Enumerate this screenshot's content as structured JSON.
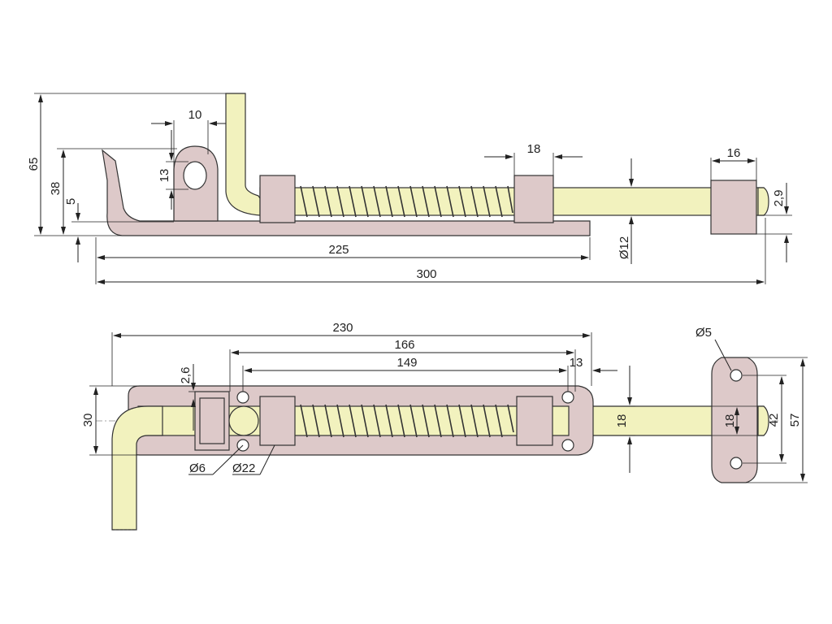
{
  "colors": {
    "pin": "#f2f2be",
    "plate": "#ddc9c9",
    "line": "#222222",
    "background": "#ffffff"
  },
  "side_view": {
    "overall_height": "65",
    "hook_height": "38",
    "plate_thickness": "5",
    "eye_hole": "13",
    "eye_offset": "10",
    "guide_width": "18",
    "keeper_width": "16",
    "pin_tip": "2,9",
    "pin_diameter": "Ø12",
    "plate_length": "225",
    "overall_length": "300"
  },
  "top_view": {
    "plate_length": "230",
    "hole_spacing_outer": "166",
    "hole_spacing_inner": "149",
    "hole_edge": "13",
    "plate_width": "30",
    "pin_gap": "2,6",
    "pin_diameter": "18",
    "screw_hole": "Ø6",
    "knob": "Ø22",
    "keeper_hole": "Ø5",
    "keeper_pin": "18",
    "keeper_hole_spacing": "42",
    "keeper_height": "57"
  }
}
